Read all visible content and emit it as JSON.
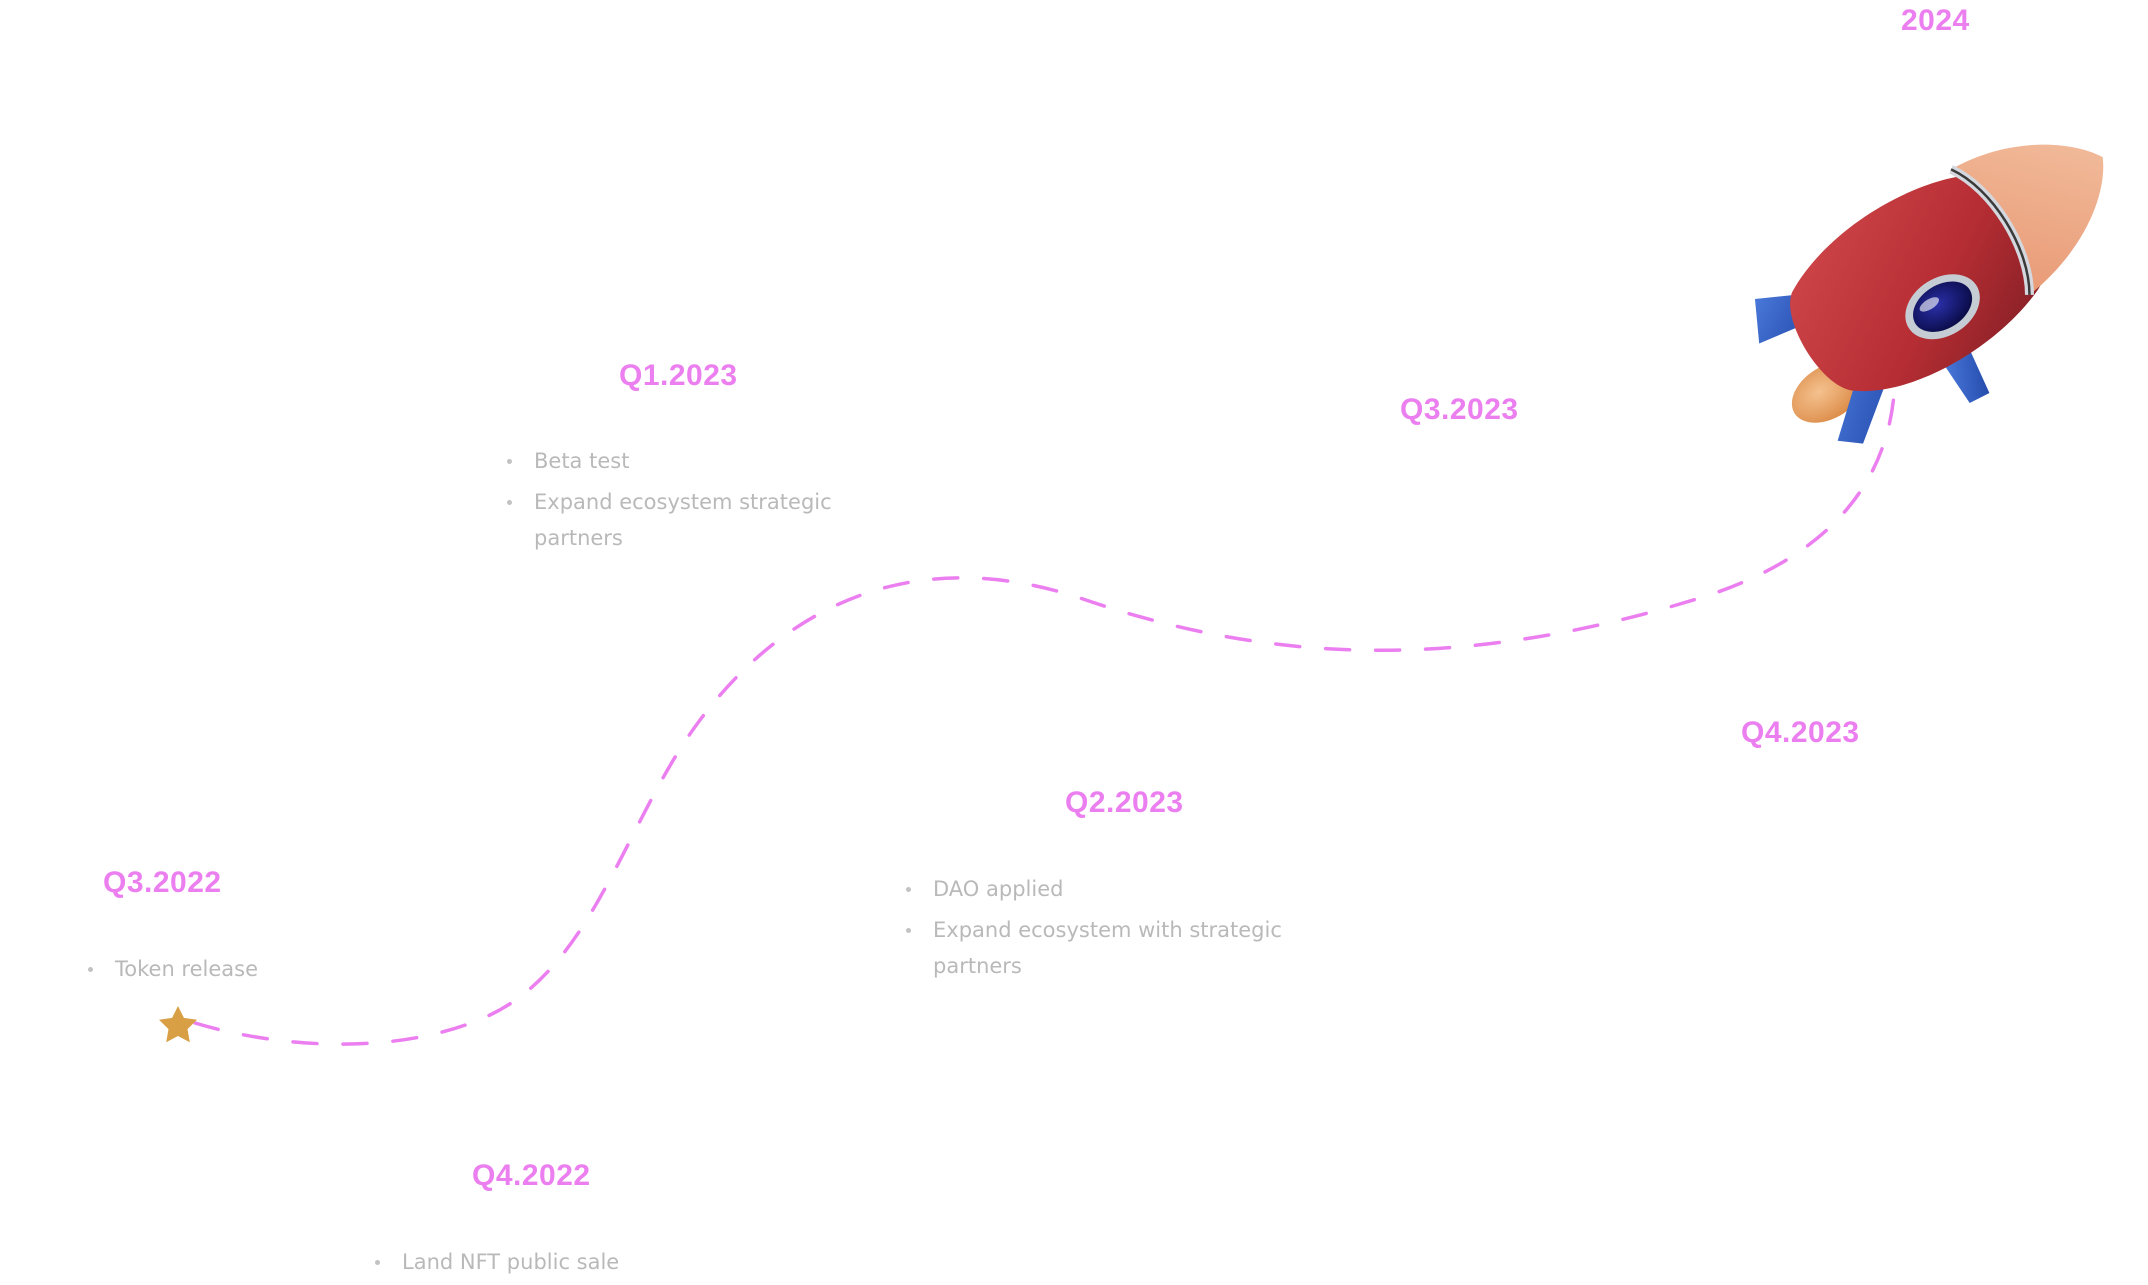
{
  "roadmap": {
    "path_color": "#ec7ff0",
    "title_color": "#ec7ff0",
    "item_text_color": "#b9b9b9",
    "star_color": "#d89f45",
    "start_icon": "star-icon",
    "end_icon": "rocket-icon",
    "milestones": [
      {
        "title": "Q3.2022",
        "items": [
          "Token release"
        ]
      },
      {
        "title": "Q4.2022",
        "items": [
          "Land NFT public sale"
        ]
      },
      {
        "title": "Q1.2023",
        "items": [
          "Beta test",
          "Expand ecosystem  strategic partners"
        ]
      },
      {
        "title": "Q2.2023",
        "items": [
          "DAO applied",
          "Expand ecosystem with strategic partners"
        ]
      },
      {
        "title": "Q3.2023",
        "items": []
      },
      {
        "title": "Q4.2023",
        "items": []
      },
      {
        "title": "2024",
        "items": []
      }
    ]
  }
}
